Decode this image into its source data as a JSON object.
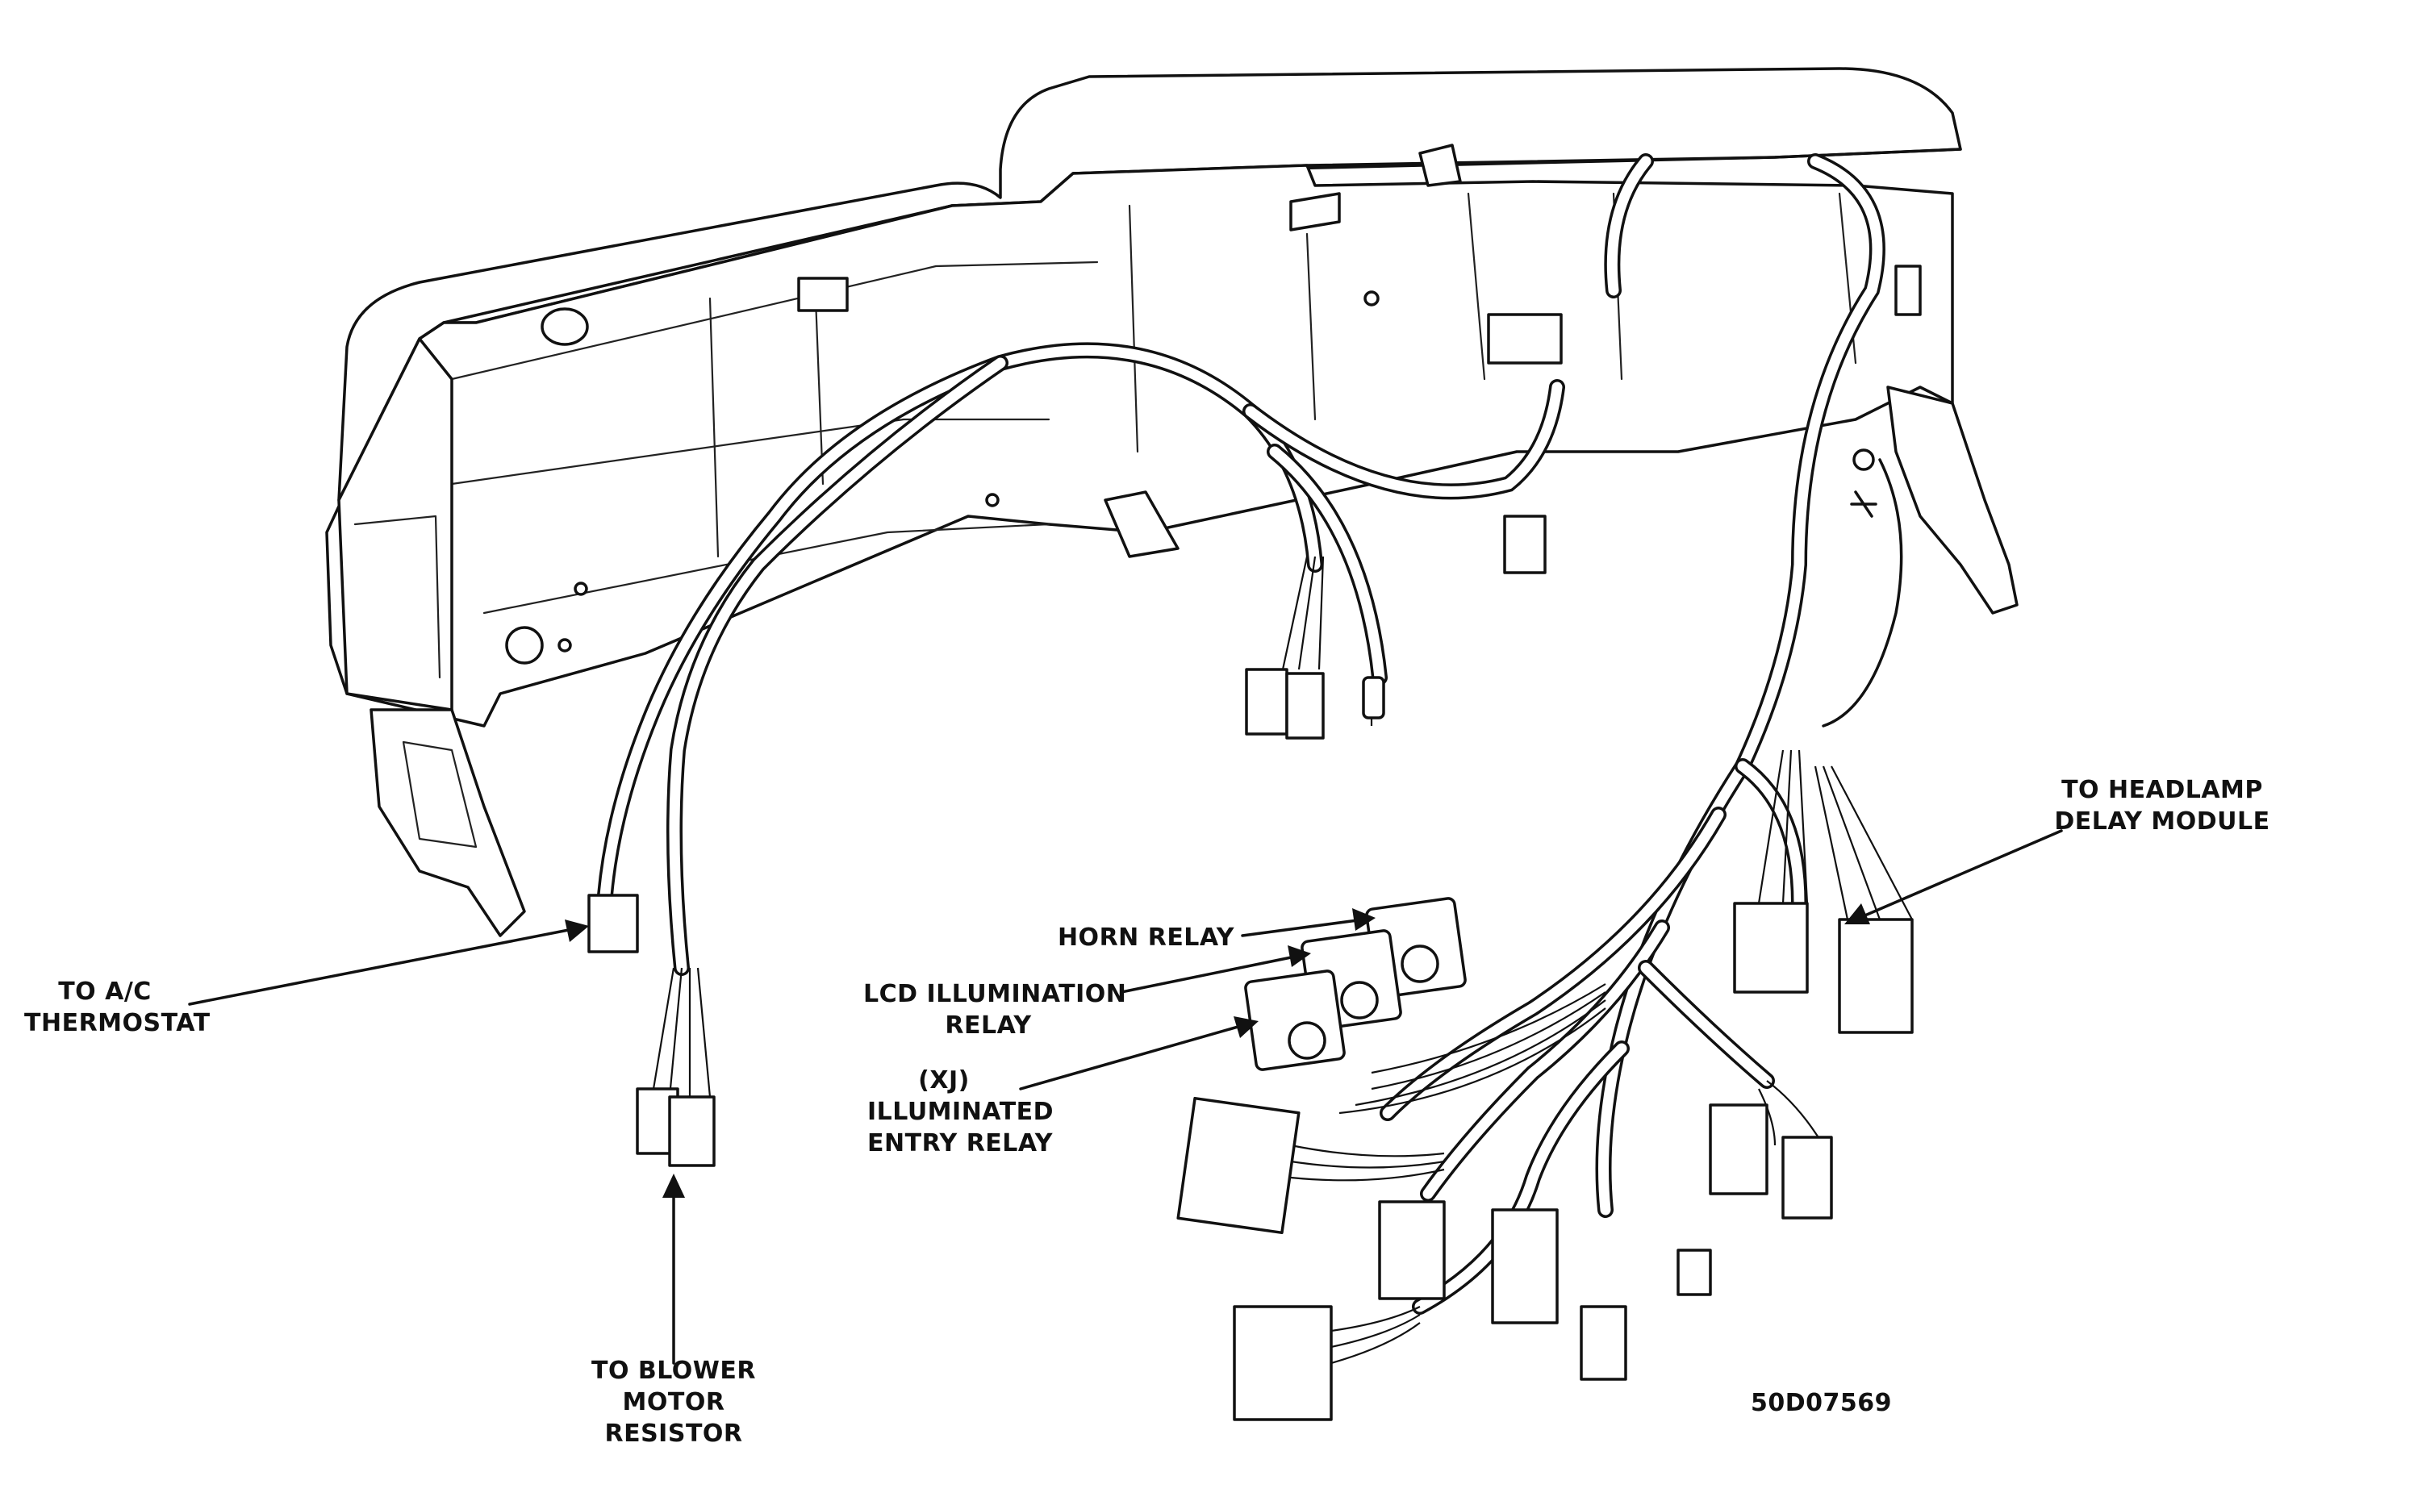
{
  "labels": {
    "ac_thermostat": [
      "TO A/C",
      "THERMOSTAT"
    ],
    "blower_motor_resistor": [
      "TO BLOWER",
      "MOTOR",
      "RESISTOR"
    ],
    "horn_relay": [
      "HORN  RELAY"
    ],
    "lcd_illumination_relay": [
      "LCD ILLUMINATION",
      "RELAY"
    ],
    "illuminated_entry_relay": [
      "(XJ)",
      "ILLUMINATED",
      "ENTRY RELAY"
    ],
    "headlamp_delay_module": [
      "TO HEADLAMP",
      "DELAY MODULE"
    ]
  },
  "figure_id": "50D07569"
}
